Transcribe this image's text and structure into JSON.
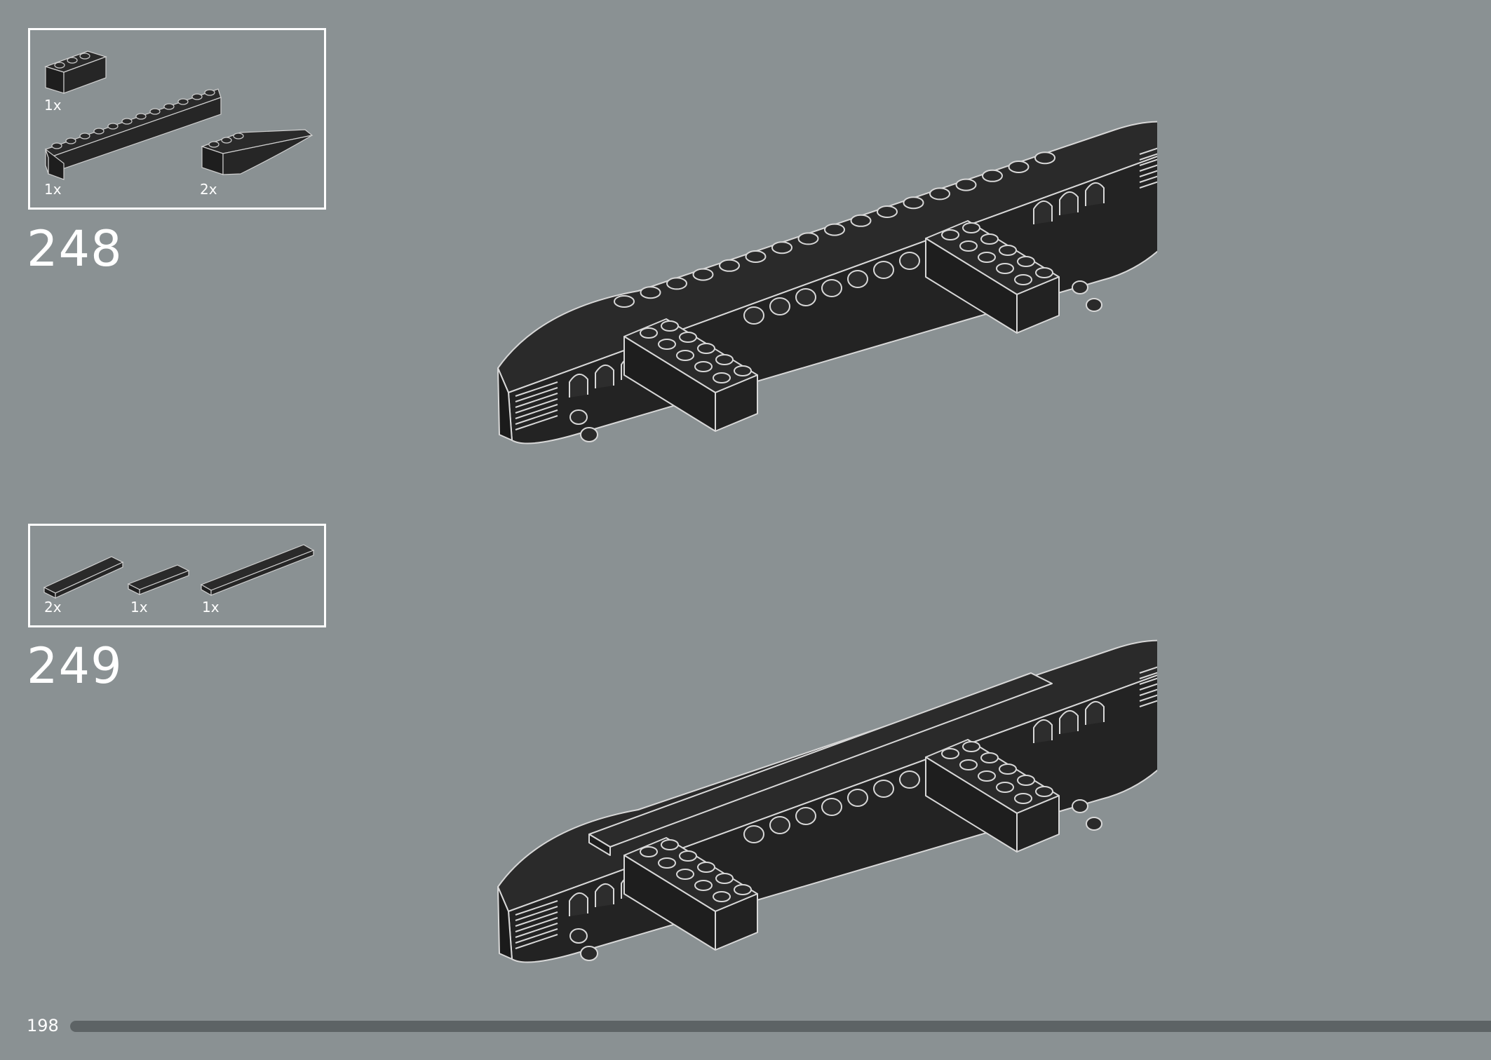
{
  "steps": [
    {
      "number": "248",
      "parts": [
        {
          "qty": "1x",
          "kind": "brick-1x3"
        },
        {
          "qty": "1x",
          "kind": "brick-1x12"
        },
        {
          "qty": "2x",
          "kind": "curved-slope-1x4"
        }
      ]
    },
    {
      "number": "249",
      "parts": [
        {
          "qty": "2x",
          "kind": "tile-1x4"
        },
        {
          "qty": "1x",
          "kind": "tile-1x3"
        },
        {
          "qty": "1x",
          "kind": "tile-1x6"
        }
      ]
    }
  ],
  "footer": {
    "page_number": "198",
    "progress": 1.0
  },
  "colors": {
    "background": "#8a9193",
    "brick": "#2a2a2a",
    "outline": "#ffffff"
  }
}
